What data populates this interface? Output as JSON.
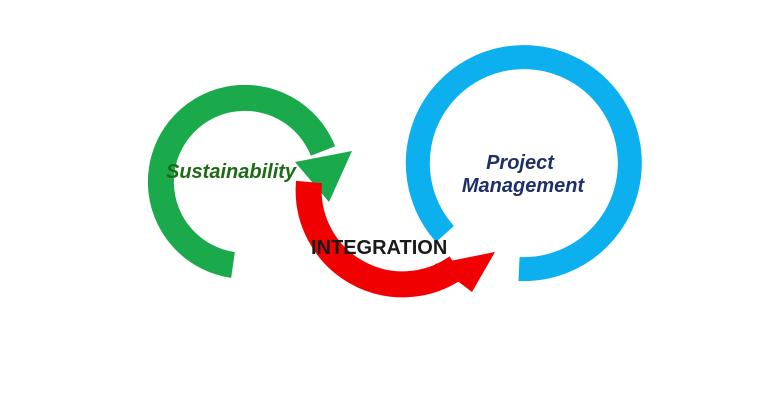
{
  "labels": {
    "sustainability": "Sustainability",
    "integration": "INTEGRATION",
    "project_management_line1": "Project",
    "project_management_line2": "Management"
  },
  "colors": {
    "sustainability": "#1aaa4b",
    "sustainability_text": "#1e6b17",
    "integration": "#f00000",
    "integration_text": "#1a1a1a",
    "project_management": "#0cb0ee",
    "project_management_text": "#1f2f6b"
  }
}
